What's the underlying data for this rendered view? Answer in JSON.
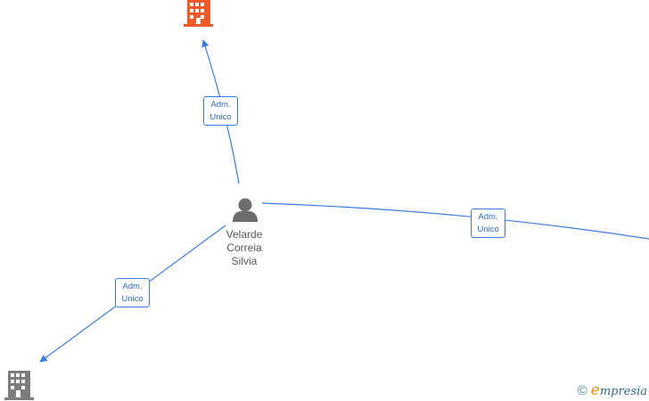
{
  "colors": {
    "edge": "#3b7ddd",
    "company_highlight": "#f05a28",
    "company_default": "#7d7d7d",
    "person": "#6d6d6d"
  },
  "nodes": {
    "person": {
      "name_lines": [
        "Velarde",
        "Correia",
        "Silvia"
      ],
      "icon": "person-icon"
    },
    "company_top": {
      "icon": "building-icon",
      "color": "orange"
    },
    "company_bottom_left": {
      "icon": "building-icon",
      "color": "gray"
    }
  },
  "edges": [
    {
      "id": "to-top",
      "label_lines": [
        "Adm.",
        "Unico"
      ]
    },
    {
      "id": "to-right",
      "label_lines": [
        "Adm.",
        "Unico"
      ]
    },
    {
      "id": "to-bottom-left",
      "label_lines": [
        "Adm.",
        "Unico"
      ]
    }
  ],
  "watermark": {
    "copyright": "©",
    "brand_initial": "e",
    "brand_rest": "mpresia"
  }
}
